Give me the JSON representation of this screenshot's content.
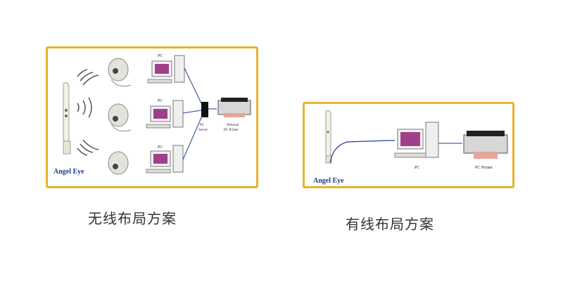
{
  "wireless": {
    "caption": "无线布局方案",
    "brand": "Angel Eye",
    "pc_label": "PC",
    "server_label": [
      "PC",
      "Server"
    ],
    "printer_label": [
      "Network",
      "PC Printer"
    ]
  },
  "wired": {
    "caption": "有线布局方案",
    "brand": "Angel Eye",
    "pc_label": "PC",
    "printer_label": "PC Printer"
  },
  "colors": {
    "frame": "#e8b32e",
    "wire": "#1f3f9a"
  }
}
